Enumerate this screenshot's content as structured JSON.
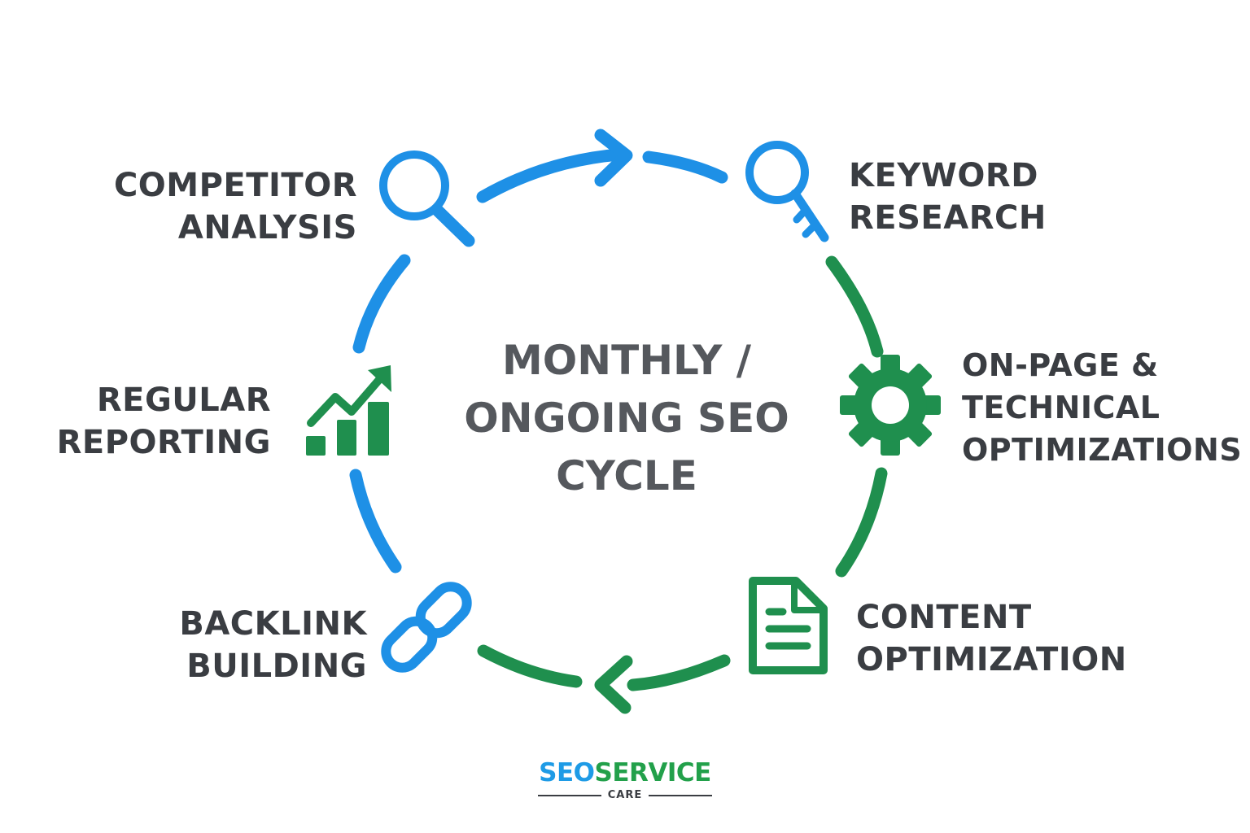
{
  "diagram": {
    "title_lines": [
      "MONTHLY /",
      "ONGOING SEO",
      "CYCLE"
    ],
    "steps": [
      {
        "id": "keyword",
        "lines": [
          "KEYWORD",
          "RESEARCH"
        ],
        "icon": "key-icon",
        "color": "#1e90e6"
      },
      {
        "id": "onpage",
        "lines": [
          "ON-PAGE &",
          "TECHNICAL",
          "OPTIMIZATIONS"
        ],
        "icon": "gear-icon",
        "color": "#1f8f4e"
      },
      {
        "id": "content",
        "lines": [
          "CONTENT",
          "OPTIMIZATION"
        ],
        "icon": "document-icon",
        "color": "#1f8f4e"
      },
      {
        "id": "backlink",
        "lines": [
          "BACKLINK",
          "BUILDING"
        ],
        "icon": "chain-link-icon",
        "color": "#1e90e6"
      },
      {
        "id": "reporting",
        "lines": [
          "REGULAR",
          "REPORTING"
        ],
        "icon": "growth-chart-icon",
        "color": "#1f8f4e"
      },
      {
        "id": "competitor",
        "lines": [
          "COMPETITOR",
          "ANALYSIS"
        ],
        "icon": "magnifier-icon",
        "color": "#1e90e6"
      }
    ],
    "colors": {
      "blue": "#1e90e6",
      "green": "#1f8f4e",
      "text": "#3a3d42",
      "title": "#55585d"
    }
  },
  "logo": {
    "part1": "SEO",
    "part2": "SERVICE",
    "sub": "CARE"
  }
}
